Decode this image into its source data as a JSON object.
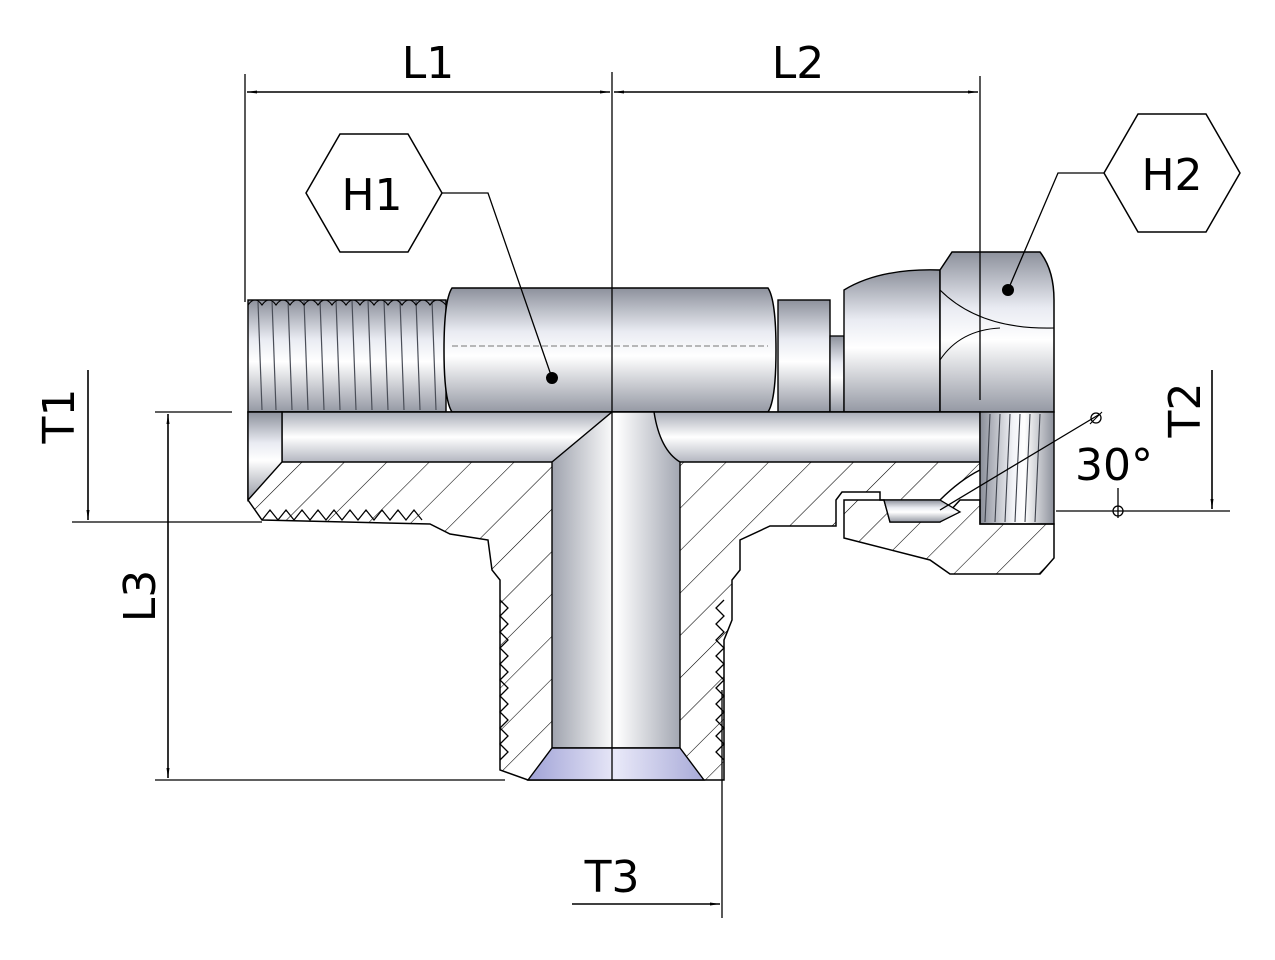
{
  "drawing": {
    "dimensions": {
      "l1": "L1",
      "l2": "L2",
      "l3": "L3",
      "t1": "T1",
      "t2": "T2",
      "t3": "T3"
    },
    "hex_callouts": {
      "h1": "H1",
      "h2": "H2"
    },
    "angle": "30°"
  }
}
